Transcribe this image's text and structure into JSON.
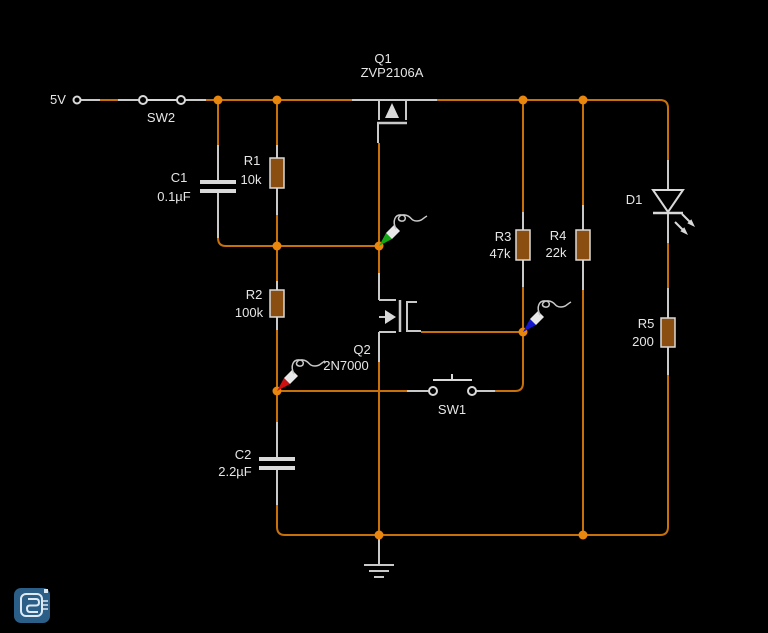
{
  "app": {
    "logo_name": "circuit-simulator-logo",
    "logo_color": "#2B5F88"
  },
  "source": {
    "label": "5V"
  },
  "switches": {
    "sw2": {
      "ref": "SW2"
    },
    "sw1": {
      "ref": "SW1"
    }
  },
  "components": {
    "q1": {
      "ref": "Q1",
      "value": "ZVP2106A",
      "type": "p-mosfet"
    },
    "q2": {
      "ref": "Q2",
      "value": "2N7000",
      "type": "n-mosfet"
    },
    "r1": {
      "ref": "R1",
      "value": "10k",
      "type": "resistor"
    },
    "r2": {
      "ref": "R2",
      "value": "100k",
      "type": "resistor"
    },
    "r3": {
      "ref": "R3",
      "value": "47k",
      "type": "resistor"
    },
    "r4": {
      "ref": "R4",
      "value": "22k",
      "type": "resistor"
    },
    "r5": {
      "ref": "R5",
      "value": "200",
      "type": "resistor"
    },
    "c1": {
      "ref": "C1",
      "value": "0.1µF",
      "type": "capacitor"
    },
    "c2": {
      "ref": "C2",
      "value": "2.2µF",
      "type": "capacitor"
    },
    "d1": {
      "ref": "D1",
      "type": "led"
    }
  },
  "probes": {
    "green": {
      "color": "#15A615"
    },
    "red": {
      "color": "#D01010"
    },
    "blue": {
      "color": "#1515CC"
    }
  },
  "colors": {
    "wire": "#C8700A",
    "junction": "#E8860D",
    "lead": "#C9C9C9",
    "background": "#000000"
  }
}
